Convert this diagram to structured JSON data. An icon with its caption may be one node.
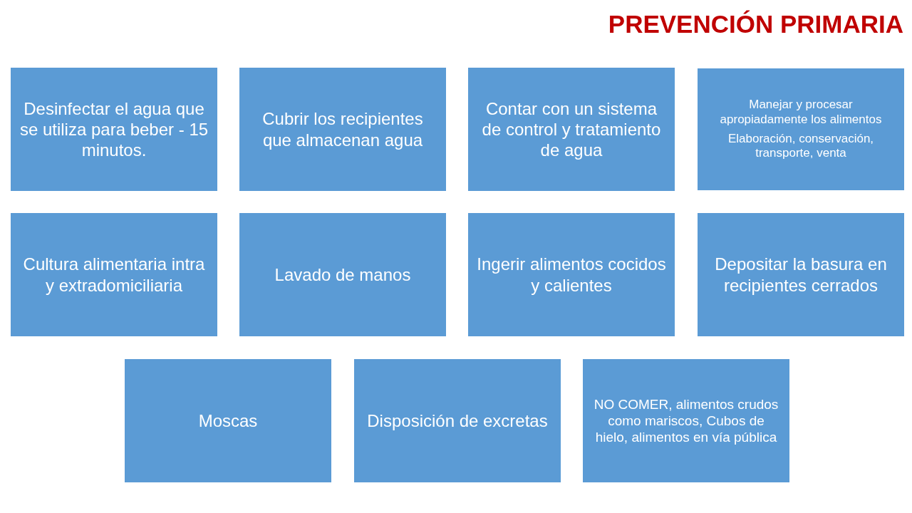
{
  "diagram": {
    "title": "PREVENCIÓN PRIMARIA",
    "nodes": [
      {
        "text": [
          "Desinfectar el agua que se utiliza para beber - 15 minutos."
        ]
      },
      {
        "text": [
          "Cubrir los recipientes que almacenan agua"
        ]
      },
      {
        "text": [
          "Contar con un sistema de control y tratamiento de agua"
        ]
      },
      {
        "text": [
          "Manejar y procesar apropiadamente los alimentos",
          "Elaboración, conservación, transporte, venta"
        ]
      },
      {
        "text": [
          "Cultura alimentaria intra y extradomiciliaria"
        ]
      },
      {
        "text": [
          "Lavado de manos"
        ]
      },
      {
        "text": [
          "Ingerir alimentos cocidos y calientes"
        ]
      },
      {
        "text": [
          "Depositar la basura en recipientes cerrados"
        ]
      },
      {
        "text": [
          "Moscas"
        ]
      },
      {
        "text": [
          "Disposición de excretas"
        ]
      },
      {
        "text": [
          "NO COMER, alimentos crudos como mariscos, Cubos de hielo, alimentos en vía pública"
        ]
      }
    ]
  }
}
